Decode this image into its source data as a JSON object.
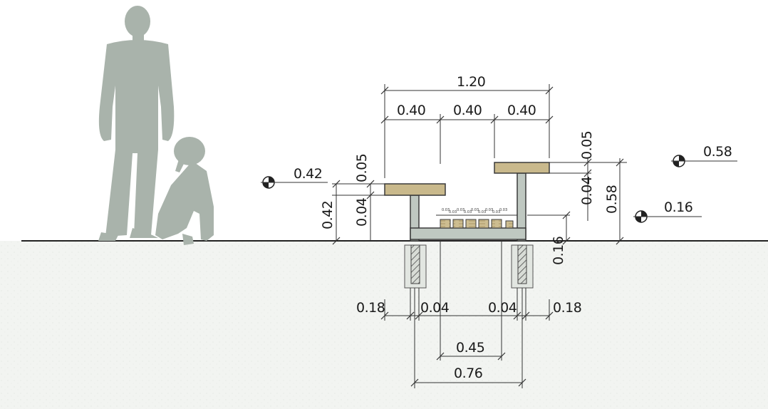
{
  "overall_width": "1.20",
  "seat_widths": [
    "0.40",
    "0.40",
    "0.40"
  ],
  "seat_top_depth": "0.05",
  "seat_height_left": "0.42",
  "seat_height_left_total": "0.42",
  "board_gap_left": "0.04",
  "board_gap_right": "0.04",
  "board_depth_right": "0.05",
  "seat_height_right": "0.58",
  "seat_height_right_marker": "0.58",
  "table_height": "0.16",
  "table_height_marker": "0.16",
  "footing_left": "0.18",
  "post_left": "0.04",
  "post_right": "0.04",
  "footing_right": "0.18",
  "inner_span": "0.45",
  "footing_span": "0.76",
  "fine_print": [
    "0.03",
    "0.03",
    "0.03",
    "0.03",
    "0.03",
    "0.03",
    "0.03",
    "0.03",
    "0.03"
  ]
}
